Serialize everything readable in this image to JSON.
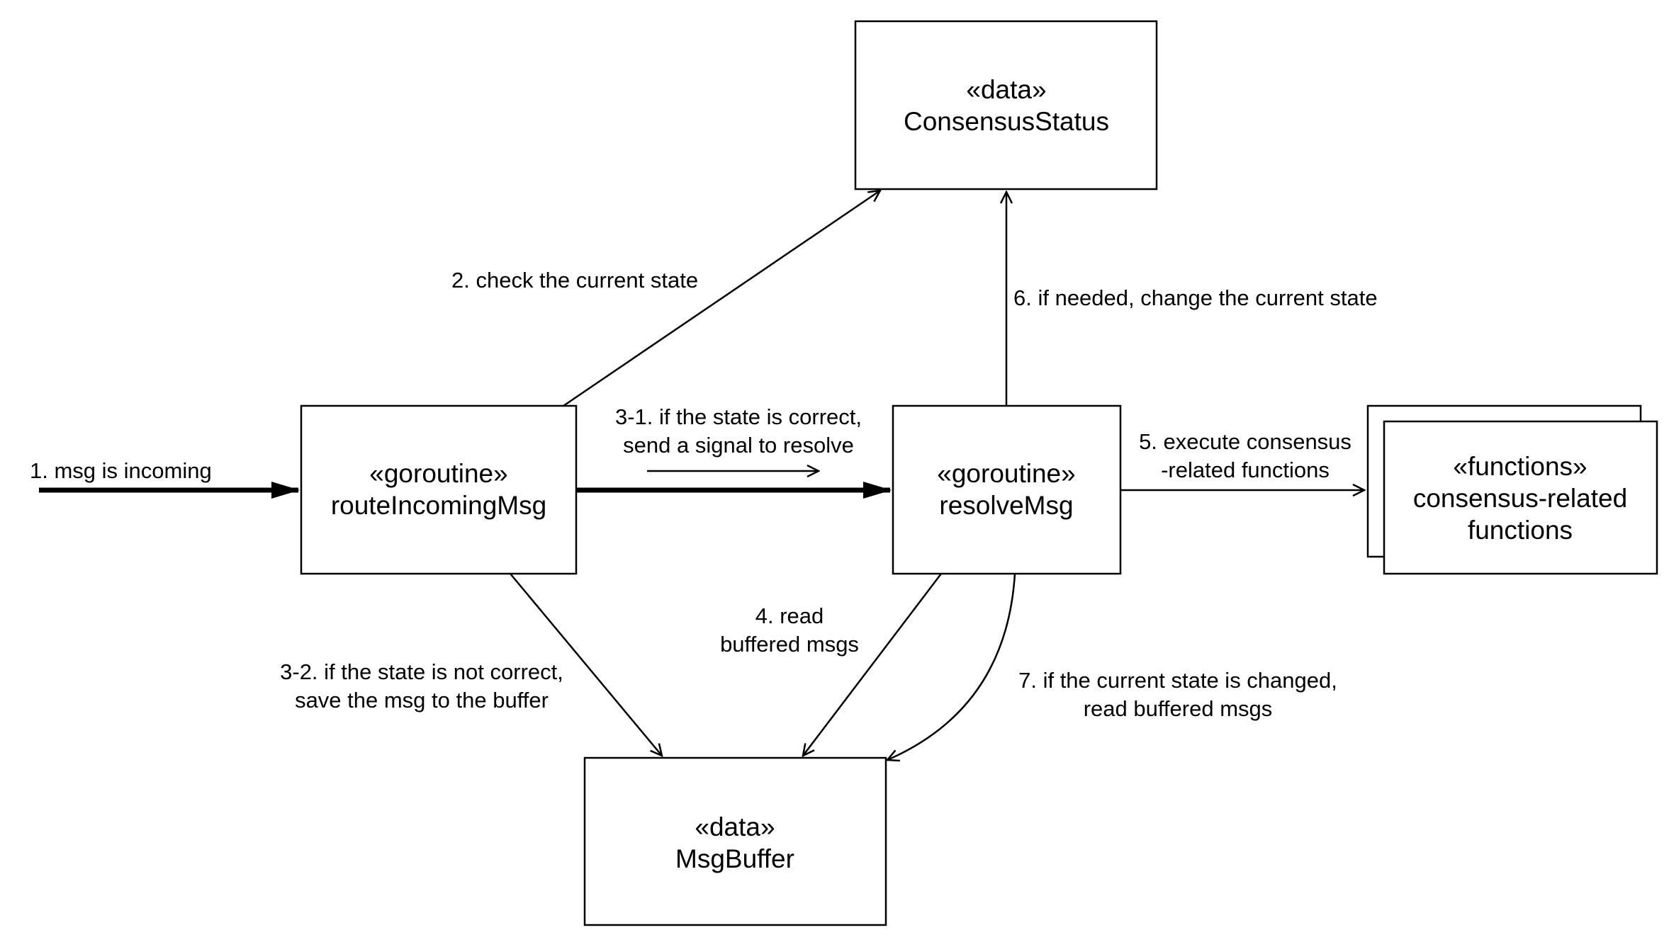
{
  "nodes": {
    "consensus_status": {
      "stereotype": "«data»",
      "name": "ConsensusStatus"
    },
    "route_incoming_msg": {
      "stereotype": "«goroutine»",
      "name": "routeIncomingMsg"
    },
    "resolve_msg": {
      "stereotype": "«goroutine»",
      "name": "resolveMsg"
    },
    "consensus_functions": {
      "stereotype": "«functions»",
      "name_line1": "consensus-related",
      "name_line2": "functions"
    },
    "msg_buffer": {
      "stereotype": "«data»",
      "name": "MsgBuffer"
    }
  },
  "edges": {
    "e1": {
      "line1": "1. msg is incoming"
    },
    "e2": {
      "line1": "2. check the current state"
    },
    "e3_1": {
      "line1": "3-1. if the state is correct,",
      "line2": "send a signal to resolve"
    },
    "e3_2": {
      "line1": "3-2. if the state is not correct,",
      "line2": "save the msg to the buffer"
    },
    "e4": {
      "line1": "4. read",
      "line2": "buffered msgs"
    },
    "e5": {
      "line1": "5. execute consensus",
      "line2": "-related functions"
    },
    "e6": {
      "line1": "6. if needed, change the current state"
    },
    "e7": {
      "line1": "7. if the current state is changed,",
      "line2": "read buffered msgs"
    }
  }
}
